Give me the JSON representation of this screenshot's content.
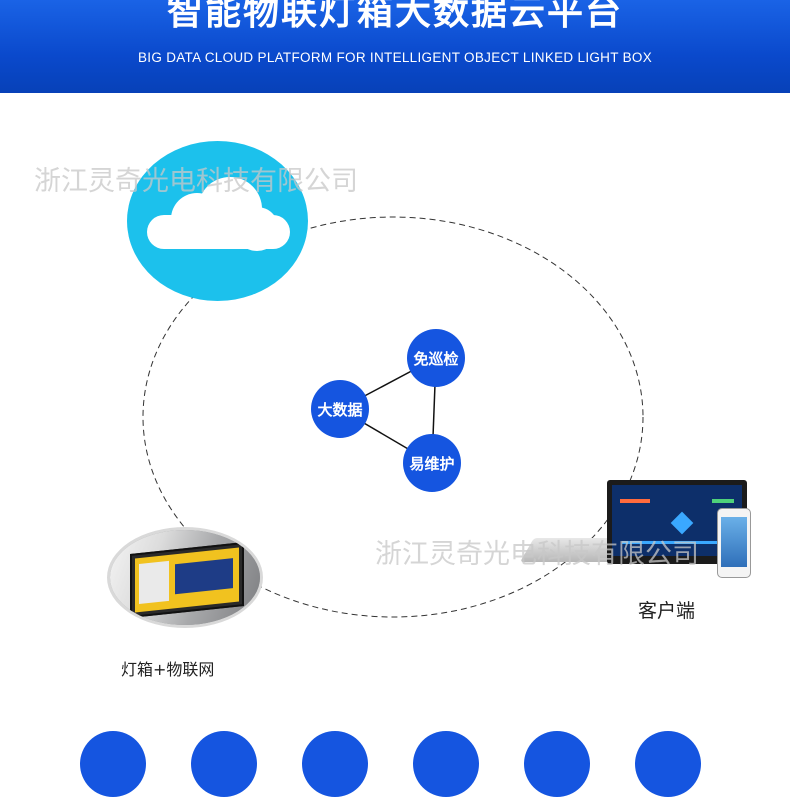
{
  "banner": {
    "title": "智能物联灯箱大数据云平台",
    "subtitle": "BIG DATA CLOUD PLATFORM FOR INTELLIGENT OBJECT LINKED LIGHT BOX"
  },
  "watermark": {
    "text": "浙江灵奇光电科技有限公司"
  },
  "nodes": {
    "big_data": "大数据",
    "patrol_free": "免巡检",
    "easy_maintenance": "易维护"
  },
  "labels": {
    "lightbox": "灯箱+物联网",
    "client": "客户端"
  },
  "colors": {
    "banner_blue": "#0a49cc",
    "node_blue": "#1555e0",
    "cloud_cyan": "#1cc1ec"
  },
  "icons": [
    "cloud-icon",
    "lightbox-photo",
    "devices-image"
  ],
  "bottom_icons": [
    "feature-icon-1",
    "feature-icon-2",
    "feature-icon-3",
    "feature-icon-4",
    "feature-icon-5",
    "feature-icon-6"
  ]
}
